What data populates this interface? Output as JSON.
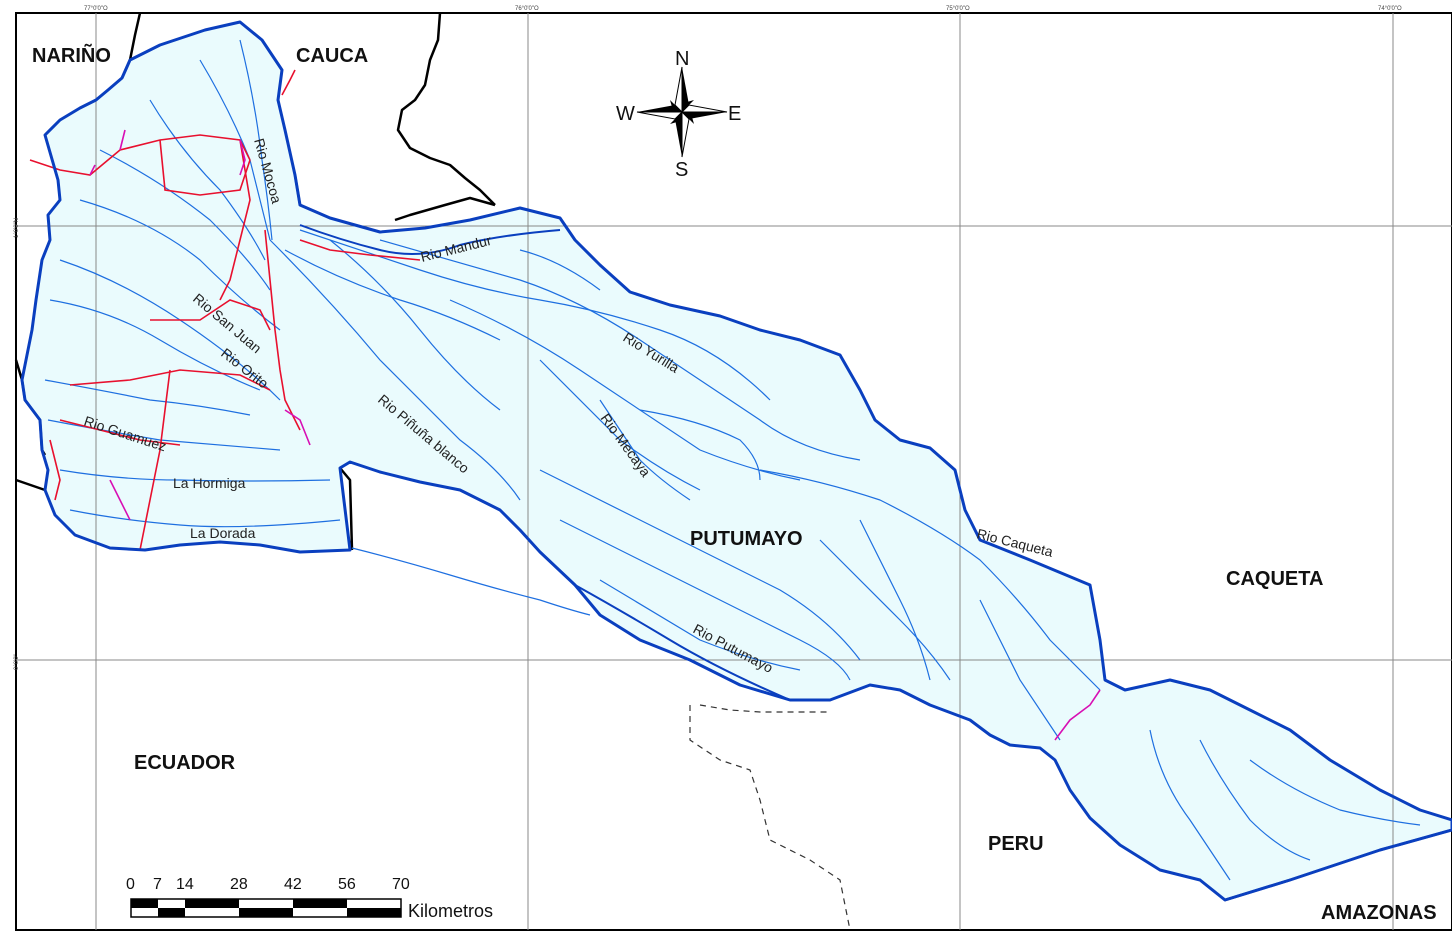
{
  "colors": {
    "basin_fill": "#eafbfd",
    "river": "#1e6fe0",
    "boundary": "#0a3fbf",
    "road": "#e8102e",
    "secondary_road": "#d80fb4",
    "political_border": "#000000",
    "grid": "#888888"
  },
  "regions": {
    "narino": "NARIÑO",
    "cauca": "CAUCA",
    "putumayo": "PUTUMAYO",
    "caqueta": "CAQUETA",
    "ecuador": "ECUADOR",
    "peru": "PERU",
    "amazonas": "AMAZONAS"
  },
  "rivers": {
    "mocoa": "Rio Mocoa",
    "mandur": "Rio Mandur",
    "san_juan": "Rio San Juan",
    "orito": "Rio Orito",
    "guamuez": "Rio Guamuez",
    "pinuna_blanco": "Rio Piñuña blanco",
    "yurilla": "Rio Yurilla",
    "mecaya": "Rio Mecaya",
    "caqueta": "Rio Caqueta",
    "putumayo": "Rio Putumayo"
  },
  "towns": {
    "la_hormiga": "La Hormiga",
    "la_dorada": "La Dorada"
  },
  "compass": {
    "north": "N",
    "south": "S",
    "east": "E",
    "west": "W",
    "icon": "compass-rose-icon"
  },
  "scale_bar": {
    "ticks": [
      "0",
      "7",
      "14",
      "28",
      "42",
      "56",
      "70"
    ],
    "unit": "Kilometros"
  },
  "grid_coords": {
    "top_1": "77°0'0\"O",
    "top_2": "76°0'0\"O",
    "top_3": "75°0'0\"O",
    "top_4": "74°0'0\"O",
    "left_1": "1°0'0\"N",
    "left_2": "0°0'0\""
  }
}
